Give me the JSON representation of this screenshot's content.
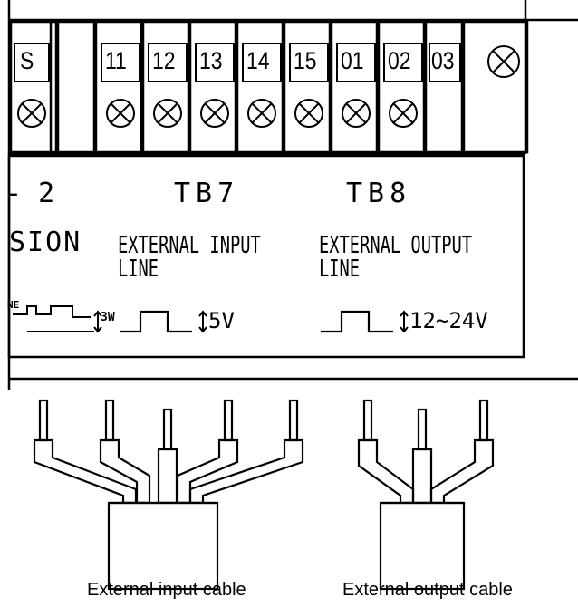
{
  "terminals": [
    "S",
    "",
    "11",
    "12",
    "13",
    "14",
    "15",
    "01",
    "02",
    "03"
  ],
  "panel": {
    "tb_left": "- 2",
    "tb7": "TB7",
    "tb8": "TB8",
    "left_label": "SION",
    "input_label_1": "EXTERNAL INPUT",
    "input_label_2": "LINE",
    "output_label_1": "EXTERNAL OUTPUT",
    "output_label_2": "LINE",
    "left_small": "NE",
    "left_voltage": "3W",
    "input_voltage": "5V",
    "output_voltage": "12~24V"
  },
  "captions": {
    "input_cable": "External input cable",
    "output_cable": "External output cable"
  }
}
